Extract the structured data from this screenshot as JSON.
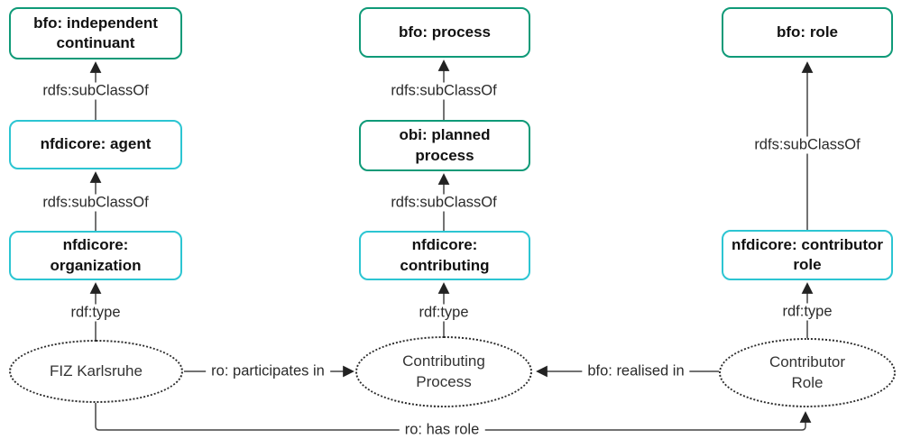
{
  "diagram": {
    "type": "ontology-graph",
    "colors": {
      "class_border_green": "#0f9a78",
      "class_border_cyan": "#2cc5d2",
      "edge_line": "#444444",
      "instance_border": "#2b2b2b",
      "text": "#111111"
    },
    "nodes": [
      {
        "id": "bfo-independent-continuant",
        "label": "bfo: independent continuant",
        "kind": "class",
        "style": "green"
      },
      {
        "id": "nfdicore-agent",
        "label": "nfdicore: agent",
        "kind": "class",
        "style": "cyan"
      },
      {
        "id": "nfdicore-organization",
        "label": "nfdicore: organization",
        "kind": "class",
        "style": "cyan"
      },
      {
        "id": "bfo-process",
        "label": "bfo: process",
        "kind": "class",
        "style": "green"
      },
      {
        "id": "obi-planned-process",
        "label": "obi: planned process",
        "kind": "class",
        "style": "green"
      },
      {
        "id": "nfdicore-contributing",
        "label": "nfdicore: contributing",
        "kind": "class",
        "style": "cyan"
      },
      {
        "id": "bfo-role",
        "label": "bfo: role",
        "kind": "class",
        "style": "green"
      },
      {
        "id": "nfdicore-contributor-role",
        "label": "nfdicore: contributor role",
        "kind": "class",
        "style": "cyan"
      },
      {
        "id": "fiz-karlsruhe",
        "label": "FIZ Karlsruhe",
        "kind": "instance",
        "style": "dotted-ellipse"
      },
      {
        "id": "contributing-process",
        "label": "Contributing Process",
        "kind": "instance",
        "style": "dotted-ellipse"
      },
      {
        "id": "contributor-role",
        "label": "Contributor Role",
        "kind": "instance",
        "style": "dotted-ellipse"
      }
    ],
    "edges": [
      {
        "from": "nfdicore-agent",
        "to": "bfo-independent-continuant",
        "label": "rdfs:subClassOf"
      },
      {
        "from": "nfdicore-organization",
        "to": "nfdicore-agent",
        "label": "rdfs:subClassOf"
      },
      {
        "from": "fiz-karlsruhe",
        "to": "nfdicore-organization",
        "label": "rdf:type"
      },
      {
        "from": "obi-planned-process",
        "to": "bfo-process",
        "label": "rdfs:subClassOf"
      },
      {
        "from": "nfdicore-contributing",
        "to": "obi-planned-process",
        "label": "rdfs:subClassOf"
      },
      {
        "from": "contributing-process",
        "to": "nfdicore-contributing",
        "label": "rdf:type"
      },
      {
        "from": "nfdicore-contributor-role",
        "to": "bfo-role",
        "label": "rdfs:subClassOf"
      },
      {
        "from": "contributor-role",
        "to": "nfdicore-contributor-role",
        "label": "rdf:type"
      },
      {
        "from": "fiz-karlsruhe",
        "to": "contributing-process",
        "label": "ro: participates in"
      },
      {
        "from": "contributor-role",
        "to": "contributing-process",
        "label": "bfo: realised in"
      },
      {
        "from": "fiz-karlsruhe",
        "to": "contributor-role",
        "label": "ro: has role"
      }
    ]
  }
}
